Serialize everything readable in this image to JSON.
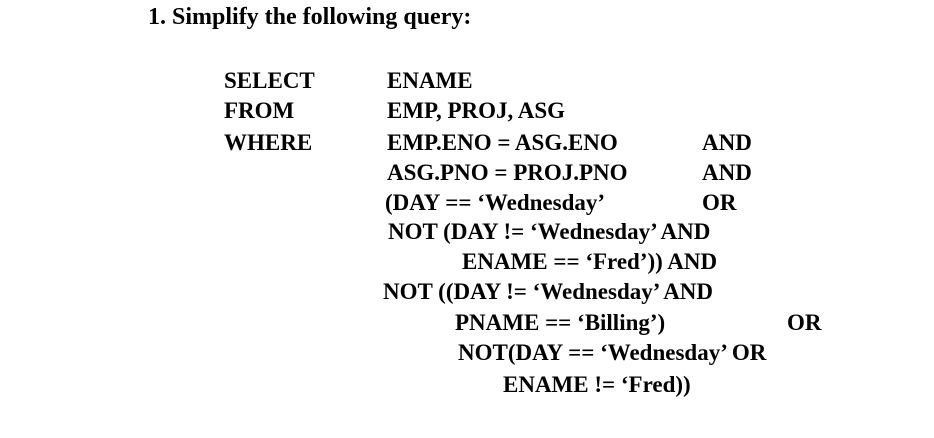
{
  "page": {
    "background": "#ffffff",
    "text_color": "#000000"
  },
  "title": "1. Simplify the following query:",
  "query": {
    "rows": [
      {
        "keyword": "SELECT",
        "body": "ENAME",
        "tail": ""
      },
      {
        "keyword": "FROM",
        "body": "EMP, PROJ, ASG",
        "tail": ""
      },
      {
        "keyword": "WHERE",
        "body": "EMP.ENO = ASG.ENO",
        "tail": "AND"
      },
      {
        "keyword": "",
        "body": "ASG.PNO = PROJ.PNO",
        "tail": "AND"
      },
      {
        "keyword": "",
        "body": "(DAY == ‘Wednesday’",
        "tail": "OR"
      },
      {
        "keyword": "",
        "body": "NOT (DAY != ‘Wednesday’ AND",
        "tail": ""
      },
      {
        "keyword": "",
        "body": "ENAME == ‘Fred’)) AND",
        "tail": ""
      },
      {
        "keyword": "",
        "body": "NOT ((DAY != ‘Wednesday’ AND",
        "tail": ""
      },
      {
        "keyword": "",
        "body": "PNAME == ‘Billing’)",
        "tail": "OR"
      },
      {
        "keyword": "",
        "body": "NOT(DAY == ‘Wednesday’ OR",
        "tail": ""
      },
      {
        "keyword": "",
        "body": "ENAME != ‘Fred))",
        "tail": ""
      }
    ]
  }
}
